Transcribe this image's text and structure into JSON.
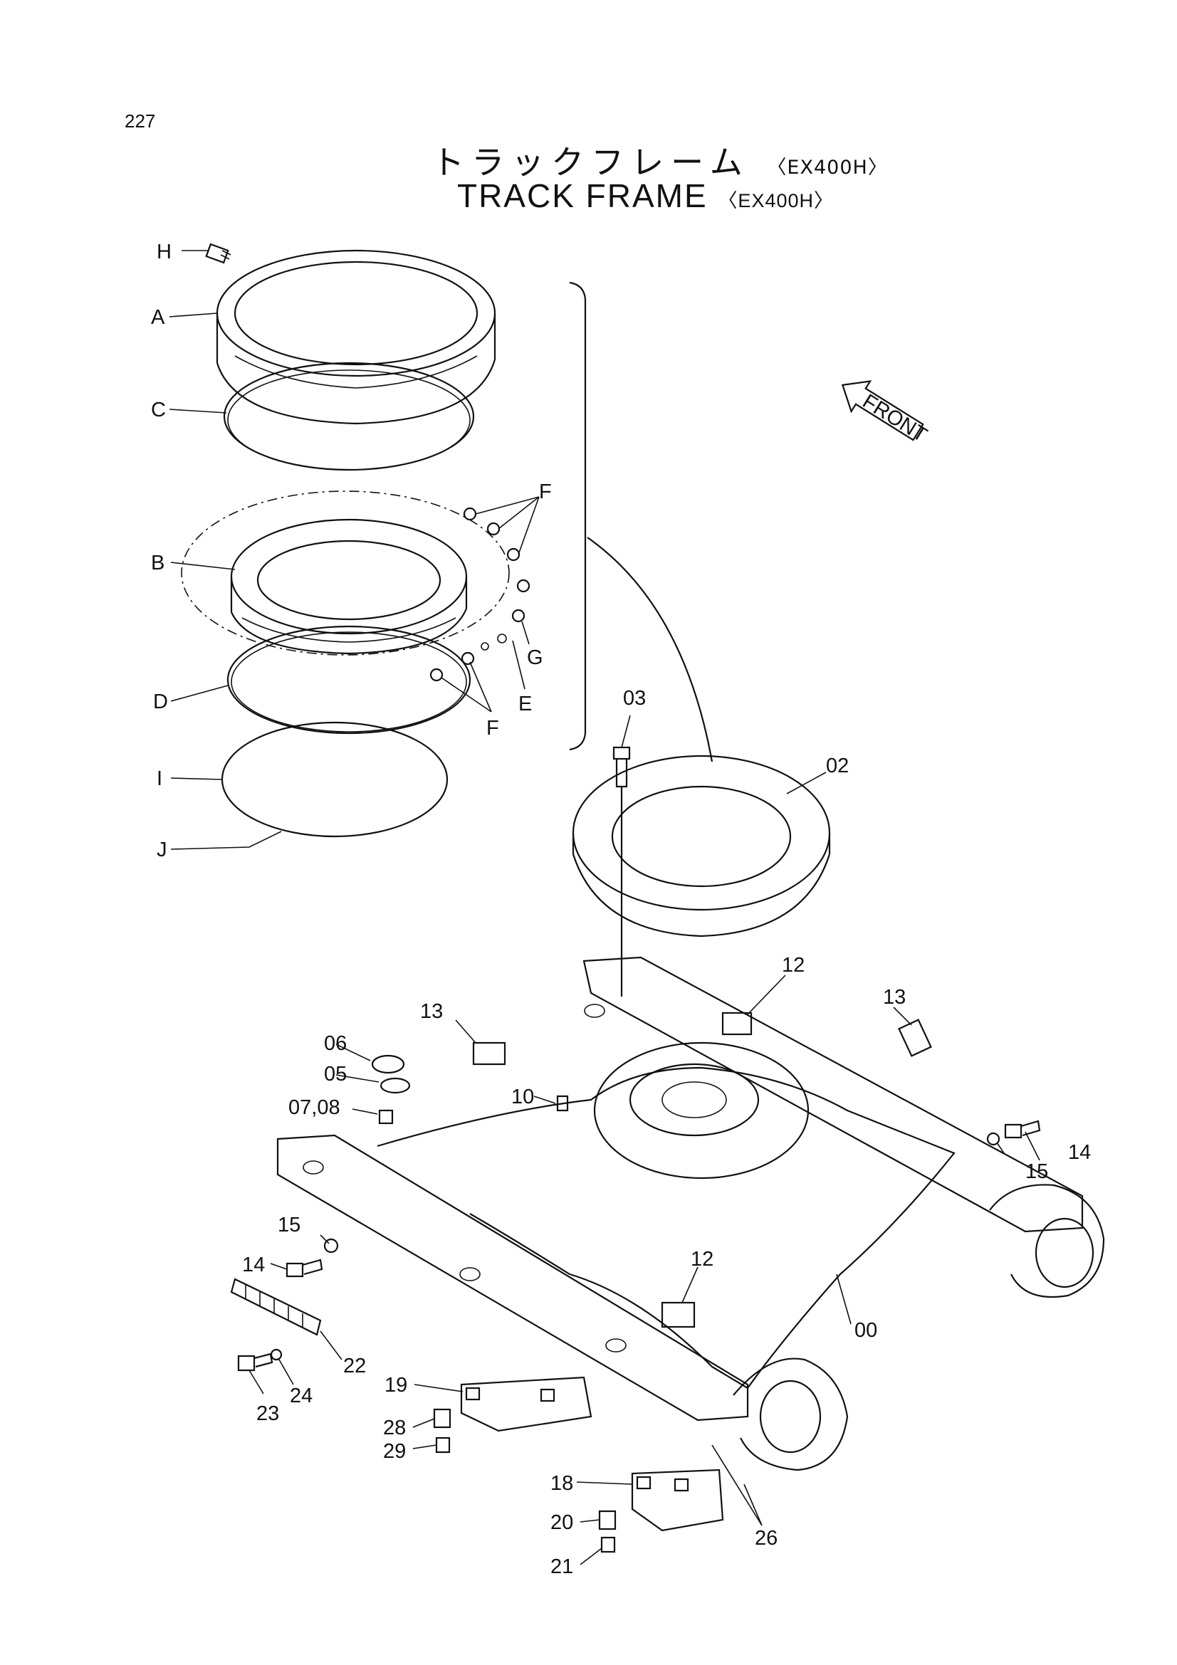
{
  "page_number": "227",
  "title_jp": "トラックフレーム",
  "title_en": "TRACK FRAME",
  "model": "〈EX400H〉",
  "front_arrow": "FRONT",
  "labels": {
    "H": "H",
    "A": "A",
    "C": "C",
    "B": "B",
    "D": "D",
    "I": "I",
    "J": "J",
    "F": "F",
    "G": "G",
    "E": "E",
    "p03": "03",
    "p02": "02",
    "p12": "12",
    "p13": "13",
    "p06": "06",
    "p05": "05",
    "p07_08": "07,08",
    "p10": "10",
    "p14": "14",
    "p15": "15",
    "p00": "00",
    "p22": "22",
    "p23": "23",
    "p24": "24",
    "p19": "19",
    "p28": "28",
    "p29": "29",
    "p18": "18",
    "p20": "20",
    "p21": "21",
    "p26": "26"
  }
}
